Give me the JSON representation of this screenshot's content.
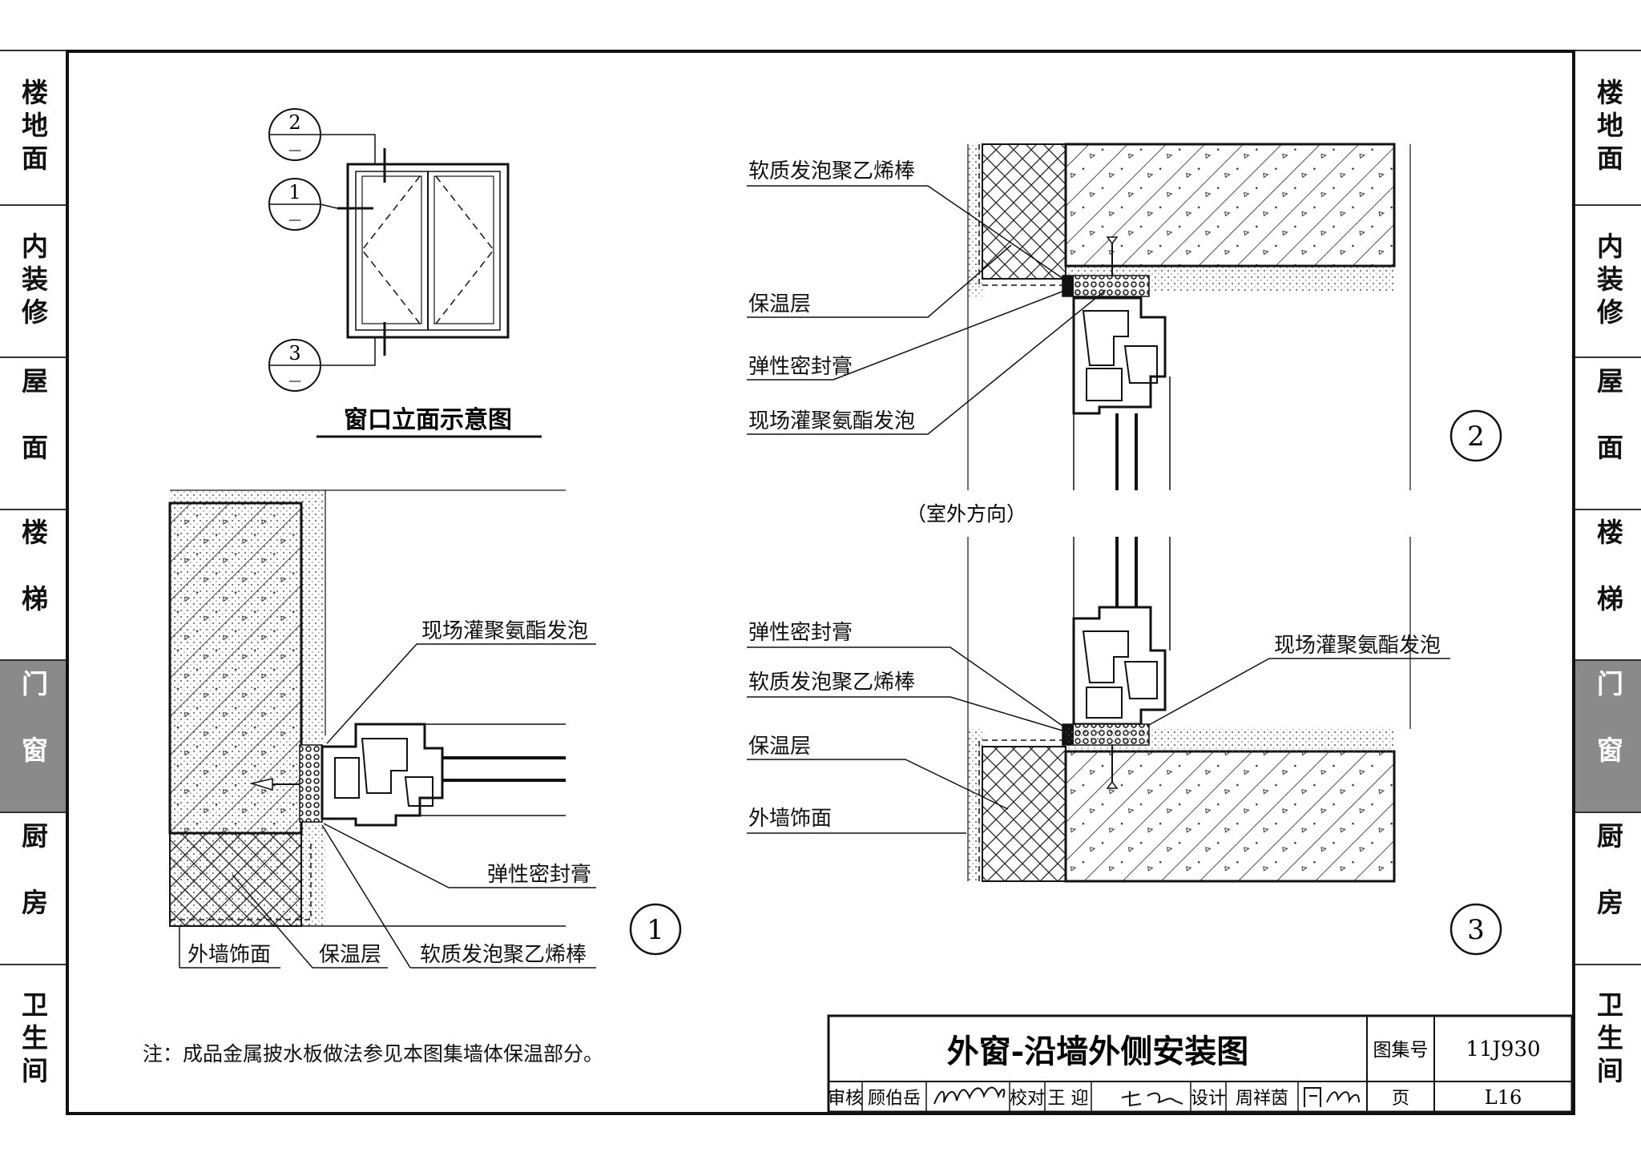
{
  "side_tabs": [
    "楼地面",
    "内装修",
    "屋面",
    "楼梯",
    "门窗",
    "厨房",
    "卫生间"
  ],
  "active_tab": "门窗",
  "elevation": {
    "title": "窗口立面示意图",
    "callouts": [
      {
        "num": "2",
        "sub": "—"
      },
      {
        "num": "1",
        "sub": "—"
      },
      {
        "num": "3",
        "sub": "—"
      }
    ]
  },
  "detail1": {
    "marker": "1",
    "labels": {
      "foam": "现场灌聚氨酯发泡",
      "sealant": "弹性密封膏",
      "finish": "外墙饰面",
      "insulation": "保温层",
      "pe_rod": "软质发泡聚乙烯棒"
    }
  },
  "detail2": {
    "marker": "2",
    "labels": {
      "pe_rod": "软质发泡聚乙烯棒",
      "insulation": "保温层",
      "sealant": "弹性密封膏",
      "foam": "现场灌聚氨酯发泡"
    }
  },
  "outdoor_direction": "（室外方向）",
  "detail3": {
    "marker": "3",
    "labels": {
      "sealant": "弹性密封膏",
      "pe_rod": "软质发泡聚乙烯棒",
      "insulation": "保温层",
      "finish": "外墙饰面",
      "foam": "现场灌聚氨酯发泡"
    }
  },
  "note": "注：成品金属披水板做法参见本图集墙体保温部分。",
  "title_block": {
    "title": "外窗-沿墙外侧安装图",
    "atlas_label": "图集号",
    "atlas_no": "11J930",
    "review_label": "审核",
    "reviewer": "顾伯岳",
    "check_label": "校对",
    "checker": "王 迎",
    "design_label": "设计",
    "designer": "周祥茵",
    "page_label": "页",
    "page_no": "L16"
  }
}
